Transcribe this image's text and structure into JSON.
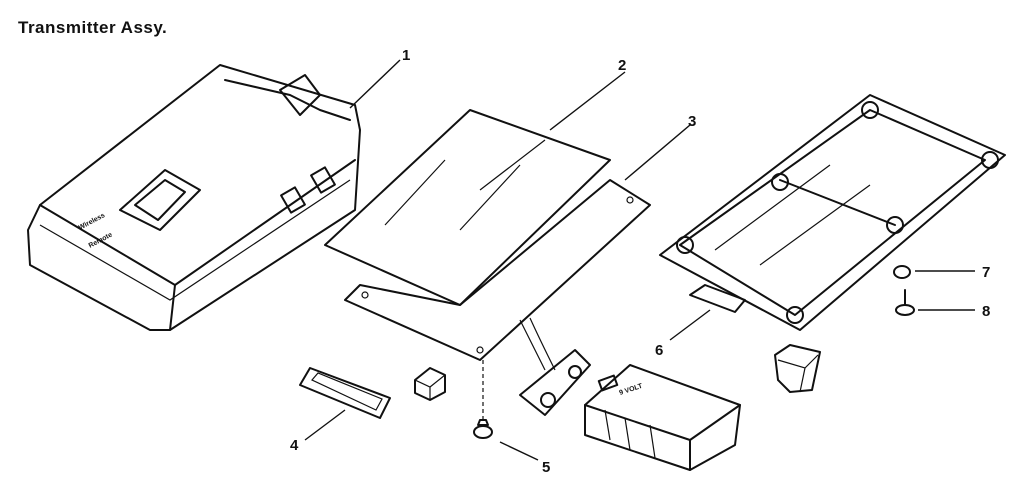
{
  "title": "Transmitter Assy.",
  "callouts": [
    "1",
    "2",
    "3",
    "4",
    "5",
    "6",
    "7",
    "8"
  ],
  "battery_text": "9 VOLT",
  "colors": {
    "ink": "#111111",
    "paper": "#ffffff"
  }
}
